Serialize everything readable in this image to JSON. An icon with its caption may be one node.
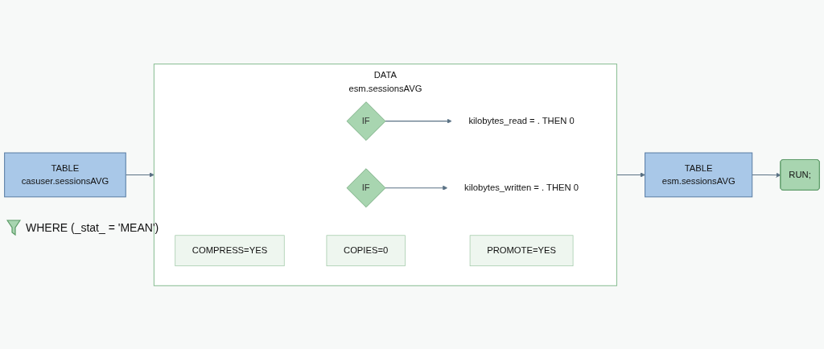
{
  "diagram": {
    "nodes": [
      {
        "text": [
          "TABLE",
          "casuser.sessionsAVG"
        ]
      },
      {
        "text": [
          "DATA",
          "esm.sessionsAVG"
        ]
      },
      {
        "text": [
          "COMPRESS=YES"
        ],
        "in": 1
      },
      {
        "text": [
          "COPIES=0"
        ],
        "in": 1
      },
      {
        "text": [
          "PROMOTE=YES"
        ],
        "in": 1
      },
      {
        "text": [
          "IF"
        ],
        "in": 1
      },
      {
        "text": [
          "kilobytes_read = . THEN 0"
        ],
        "in": 1
      },
      {
        "text": [
          "IF"
        ],
        "in": 1
      },
      {
        "text": [
          "kilobytes_written = . THEN 0"
        ],
        "in": 1
      },
      {
        "text": [
          "TABLE",
          "esm.sessionsAVG"
        ]
      },
      {
        "text": [
          "RUN;"
        ]
      }
    ],
    "edges": [
      {
        "from": 0,
        "to": 1,
        "arrow": "to"
      },
      {
        "from": 5,
        "to": 6,
        "arrow": "to"
      },
      {
        "from": 7,
        "to": 8,
        "arrow": "to"
      },
      {
        "from": 1,
        "to": 9,
        "arrow": "to"
      },
      {
        "from": 9,
        "to": 10,
        "arrow": "to"
      }
    ],
    "labels": [
      "WHERE (_stat_ = 'MEAN')"
    ]
  }
}
